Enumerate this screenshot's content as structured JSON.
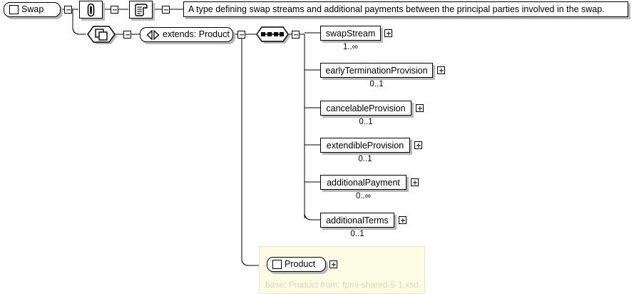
{
  "diagram": {
    "type": "xml-schema-complextype-diagram",
    "root": {
      "name": "Swap",
      "icon": "complextype-square-icon"
    },
    "annotation": {
      "appinfo_icon": "paperclip-icon",
      "documentation_icon": "scroll-icon",
      "documentation_text": "A type defining swap streams and additional payments between the principal parties involved in the swap."
    },
    "model_group": {
      "icon": "model-group-icon",
      "extension_label": "extends: Product",
      "extension_icon": "extension-triangles-icon"
    },
    "compositor": {
      "type": "sequence",
      "icon": "sequence-dots-icon"
    },
    "elements": [
      {
        "name": "swapStream",
        "cardinality": "1..∞",
        "expandable": true
      },
      {
        "name": "earlyTerminationProvision",
        "cardinality": "0..1",
        "expandable": true
      },
      {
        "name": "cancelableProvision",
        "cardinality": "0..1",
        "expandable": true
      },
      {
        "name": "extendibleProvision",
        "cardinality": "0..1",
        "expandable": true
      },
      {
        "name": "additionalPayment",
        "cardinality": "0..∞",
        "expandable": true
      },
      {
        "name": "additionalTerms",
        "cardinality": "0..1",
        "expandable": true
      }
    ],
    "base_type": {
      "name": "Product",
      "icon": "complextype-square-icon",
      "expandable": true,
      "source_text": "base: Product from: fpml-shared-5-1.xsd"
    },
    "colors": {
      "line": "#000000",
      "box_fill": "#ffffff",
      "shadow": "#b9b9b9",
      "base_panel_fill": "#fdfce4",
      "base_panel_text": "#d8d6b8"
    }
  }
}
